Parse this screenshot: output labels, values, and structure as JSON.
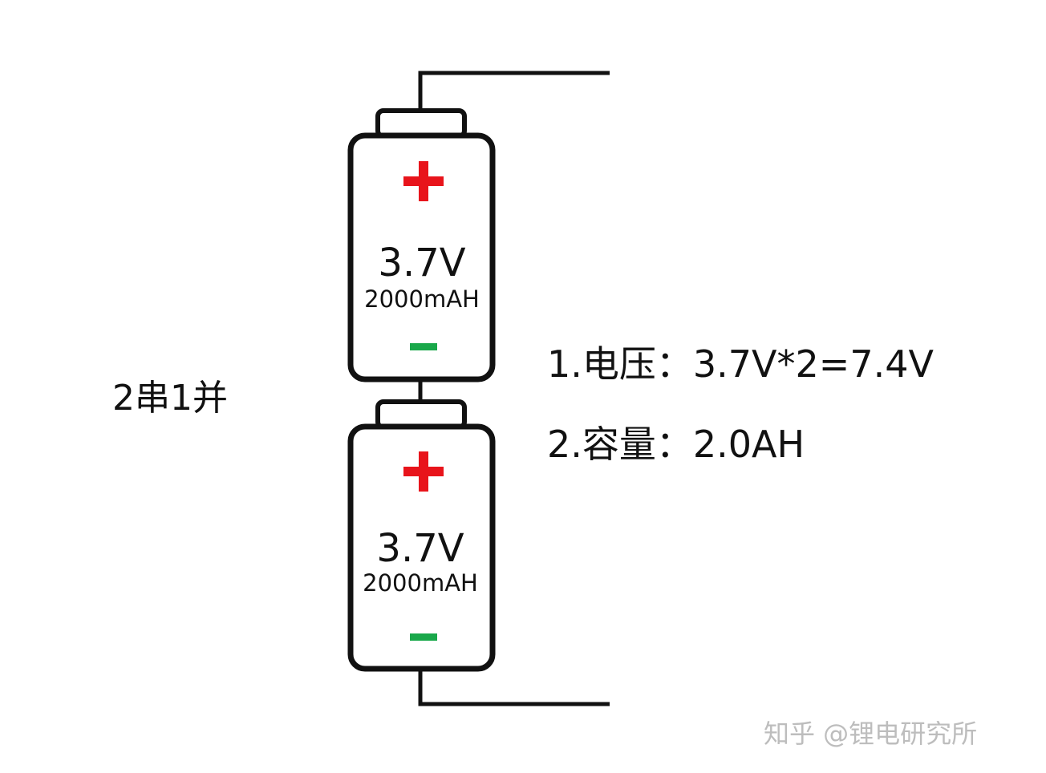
{
  "config_label": "2串1并",
  "specs": {
    "voltage": "1.电压：3.7V*2=7.4V",
    "capacity": "2.容量：2.0AH"
  },
  "batteries": [
    {
      "voltage": "3.7V",
      "capacity": "2000mAH",
      "positive_symbol": "plus-icon",
      "negative_symbol": "minus-icon"
    },
    {
      "voltage": "3.7V",
      "capacity": "2000mAH",
      "positive_symbol": "plus-icon",
      "negative_symbol": "minus-icon"
    }
  ],
  "colors": {
    "positive": "#e8141b",
    "negative": "#19a84a",
    "outline": "#111111",
    "watermark": "#bdbdbd"
  },
  "watermark": "知乎 @锂电研究所"
}
